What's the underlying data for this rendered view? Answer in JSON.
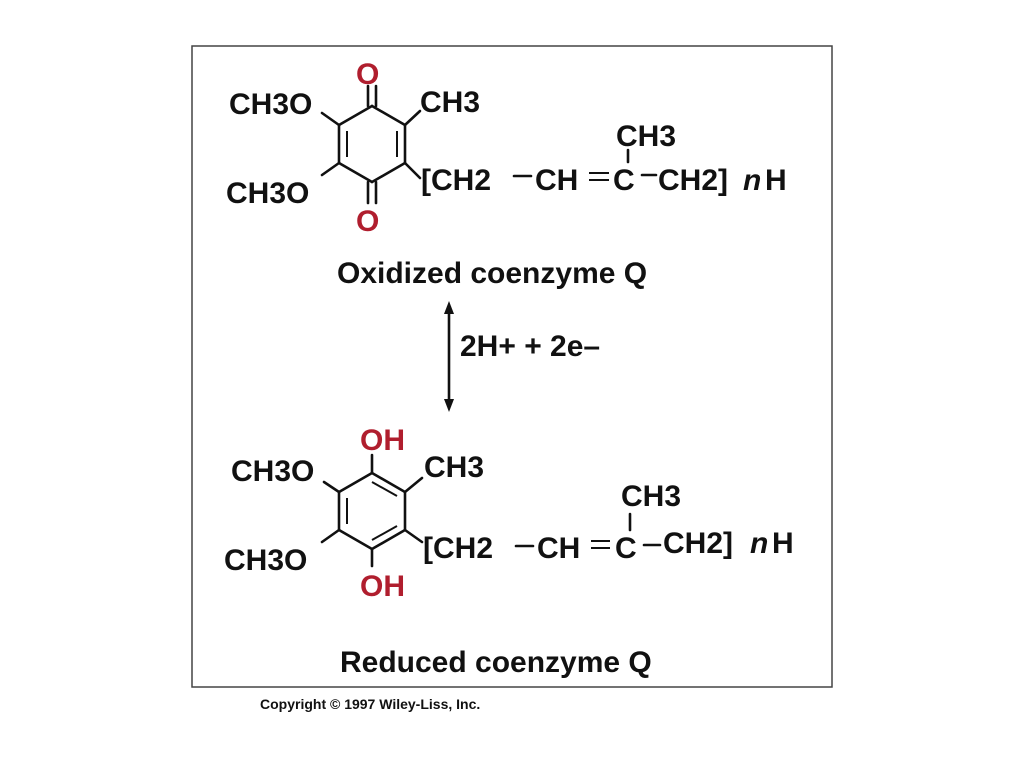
{
  "colors": {
    "heteroatom": "#b01e2e",
    "ink": "#111111",
    "frame": "#444444"
  },
  "oxidized": {
    "o_top": "O",
    "o_bottom": "O",
    "methoxy_1": "CH3O",
    "methoxy_2": "CH3O",
    "methyl": "CH3",
    "chain_ch2": "[CH2",
    "chain_ch": "CH",
    "chain_c": "C",
    "chain_ch2_end": "CH2]",
    "chain_n": "n",
    "chain_h": "H",
    "branch_methyl": "CH3",
    "caption": "Oxidized coenzyme Q"
  },
  "reaction": {
    "label": "2H+ + 2e–"
  },
  "reduced": {
    "oh_top": "OH",
    "oh_bottom": "OH",
    "methoxy_1": "CH3O",
    "methoxy_2": "CH3O",
    "methyl": "CH3",
    "chain_ch2": "[CH2",
    "chain_ch": "CH",
    "chain_c": "C",
    "chain_ch2_end": "CH2]",
    "chain_n": "n",
    "chain_h": "H",
    "branch_methyl": "CH3",
    "caption": "Reduced coenzyme Q"
  },
  "copyright": "Copyright © 1997 Wiley-Liss, Inc."
}
